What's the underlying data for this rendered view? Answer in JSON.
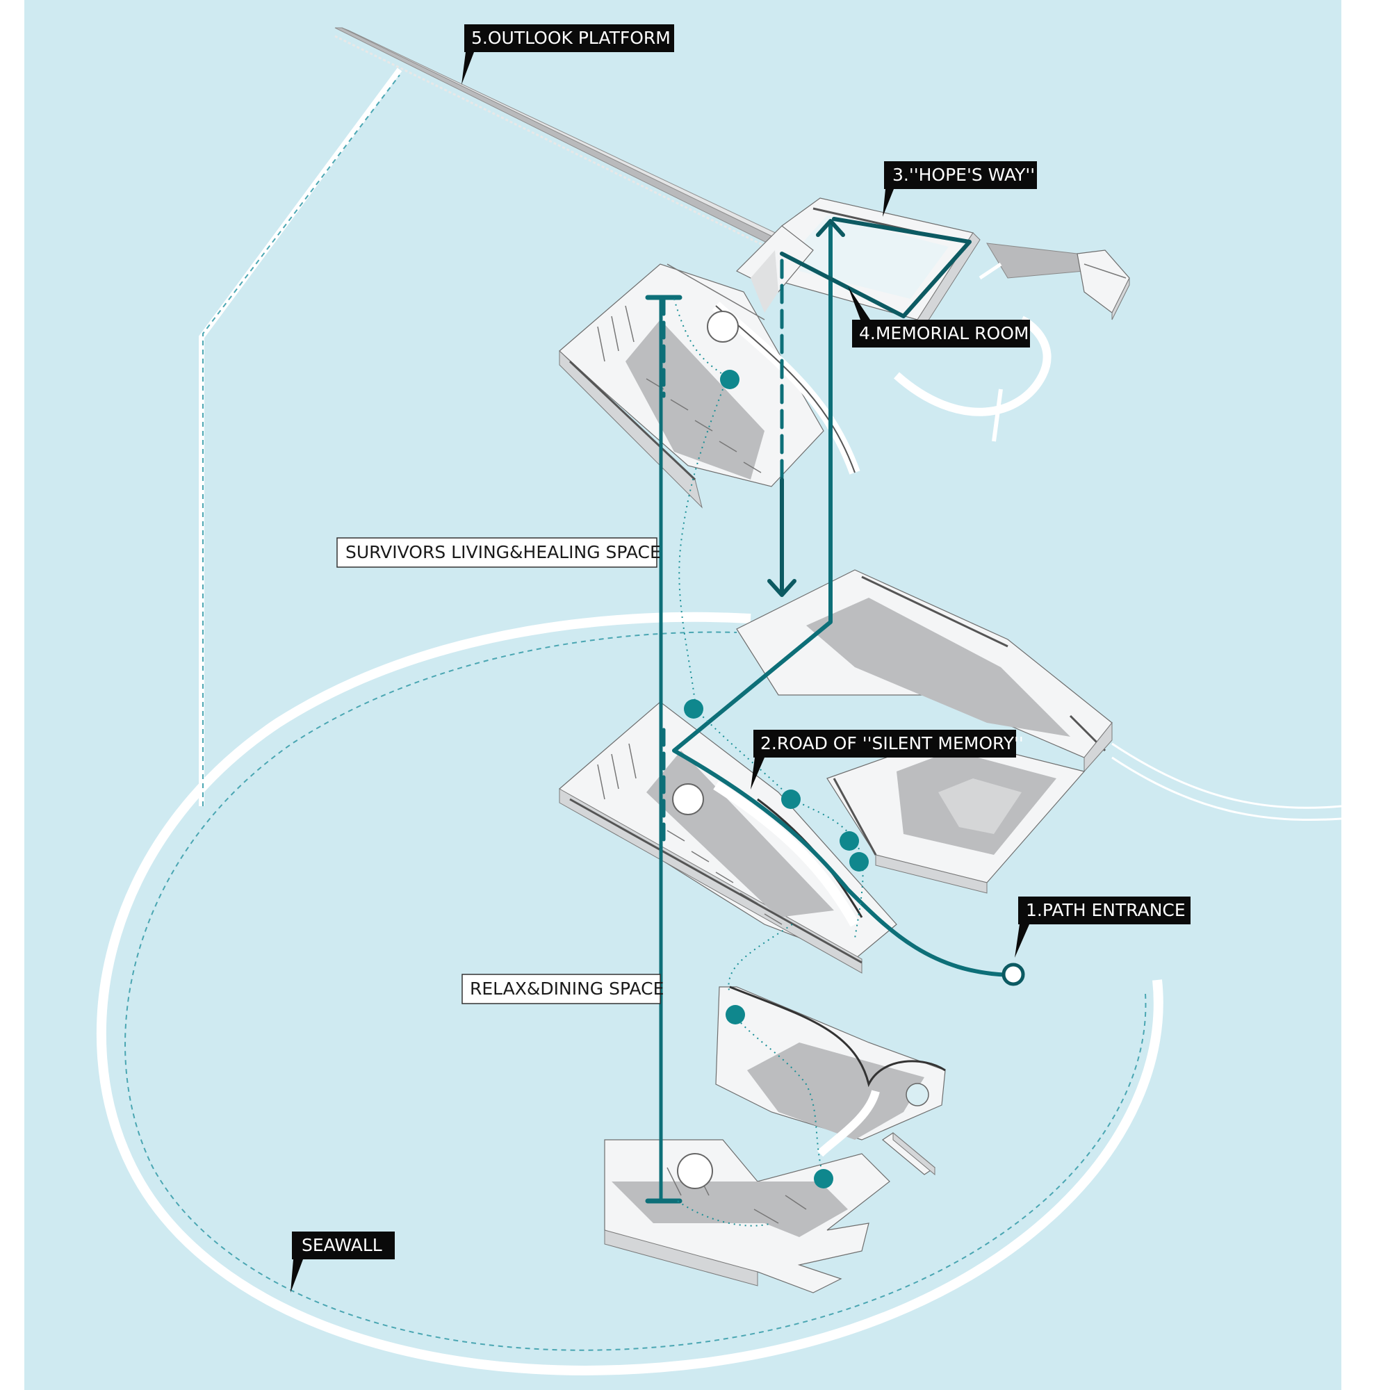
{
  "labels": {
    "outlook": "5.OUTLOOK PLATFORM",
    "hopes_way": "3.''HOPE'S WAY''",
    "memorial": "4.MEMORIAL ROOM",
    "survivors": "SURVIVORS LIVING&HEALING SPACE",
    "silent_memory": "2.ROAD OF ''SILENT MEMORY''",
    "path_entrance": "1.PATH ENTRANCE",
    "relax": "RELAX&DINING SPACE",
    "seawall": "SEAWALL"
  },
  "colors": {
    "sea": "#cfeaf1",
    "route": "#0d6f78",
    "route_dark": "#0c5a62",
    "dot": "#0f878d",
    "slab": "#f4f5f6",
    "floor": "#bcbdbf"
  }
}
